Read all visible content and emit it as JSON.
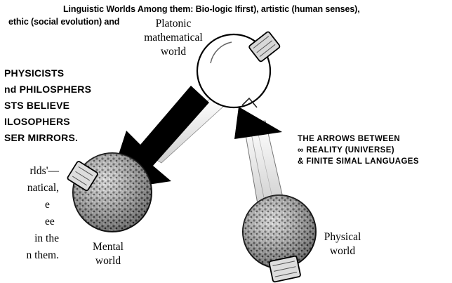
{
  "header": {
    "line1": "Linguistic Worlds Among them: Bio-logic Ifirst), artistic (human senses),",
    "line2": "ethic (social evolution) and"
  },
  "worlds": {
    "platonic": [
      "Platonic",
      "mathematical",
      "world"
    ],
    "mental": [
      "Mental",
      "world"
    ],
    "physical": [
      "Physical",
      "world"
    ]
  },
  "left_claim": [
    "PHYSICISTS",
    "nd PHILOSPHERS",
    "STS BELIEVE",
    "ILOSOPHERS",
    "SER MIRRORS."
  ],
  "arrow_note": [
    "THE  ARROWS BETWEEN",
    "∞ REALITY (UNIVERSE)",
    "& FINITE SIMAL LANGUAGES"
  ],
  "body_fragments": [
    "rlds'—",
    "natical,",
    "e",
    "ee",
    "in the",
    "n them."
  ]
}
